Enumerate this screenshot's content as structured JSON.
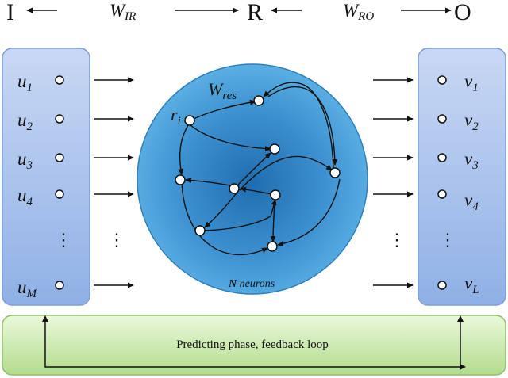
{
  "header": {
    "input_letter": "I",
    "reservoir_letter": "R",
    "output_letter": "O",
    "w_ir_main": "W",
    "w_ir_sub": "IR",
    "w_ro_main": "W",
    "w_ro_sub": "RO"
  },
  "inputs": [
    {
      "main": "u",
      "sub": "1"
    },
    {
      "main": "u",
      "sub": "2"
    },
    {
      "main": "u",
      "sub": "3"
    },
    {
      "main": "u",
      "sub": "4"
    },
    {
      "main": "u",
      "sub": "M"
    }
  ],
  "outputs": [
    {
      "main": "v",
      "sub": "1"
    },
    {
      "main": "v",
      "sub": "2"
    },
    {
      "main": "v",
      "sub": "3"
    },
    {
      "main": "v",
      "sub": "4"
    },
    {
      "main": "v",
      "sub": "L"
    }
  ],
  "ellipsis": "⋮",
  "reservoir": {
    "weight_main": "W",
    "weight_sub": "res",
    "neuron_main": "r",
    "neuron_sub": "i",
    "size_bold": "N",
    "size_rest": " neurons"
  },
  "feedback": {
    "label": "Predicting phase, feedback loop"
  },
  "colors": {
    "panel_top": "#c9d8f4",
    "panel_bottom": "#8fb0e6",
    "panel_stroke": "#7f9fd0",
    "reservoir_center": "#1f6db0",
    "reservoir_edge": "#5eb3e6",
    "reservoir_stroke": "#2d7fb8",
    "feedback_top": "#eaf8dc",
    "feedback_bottom": "#b2dc8c",
    "feedback_stroke": "#8dbf6b"
  }
}
